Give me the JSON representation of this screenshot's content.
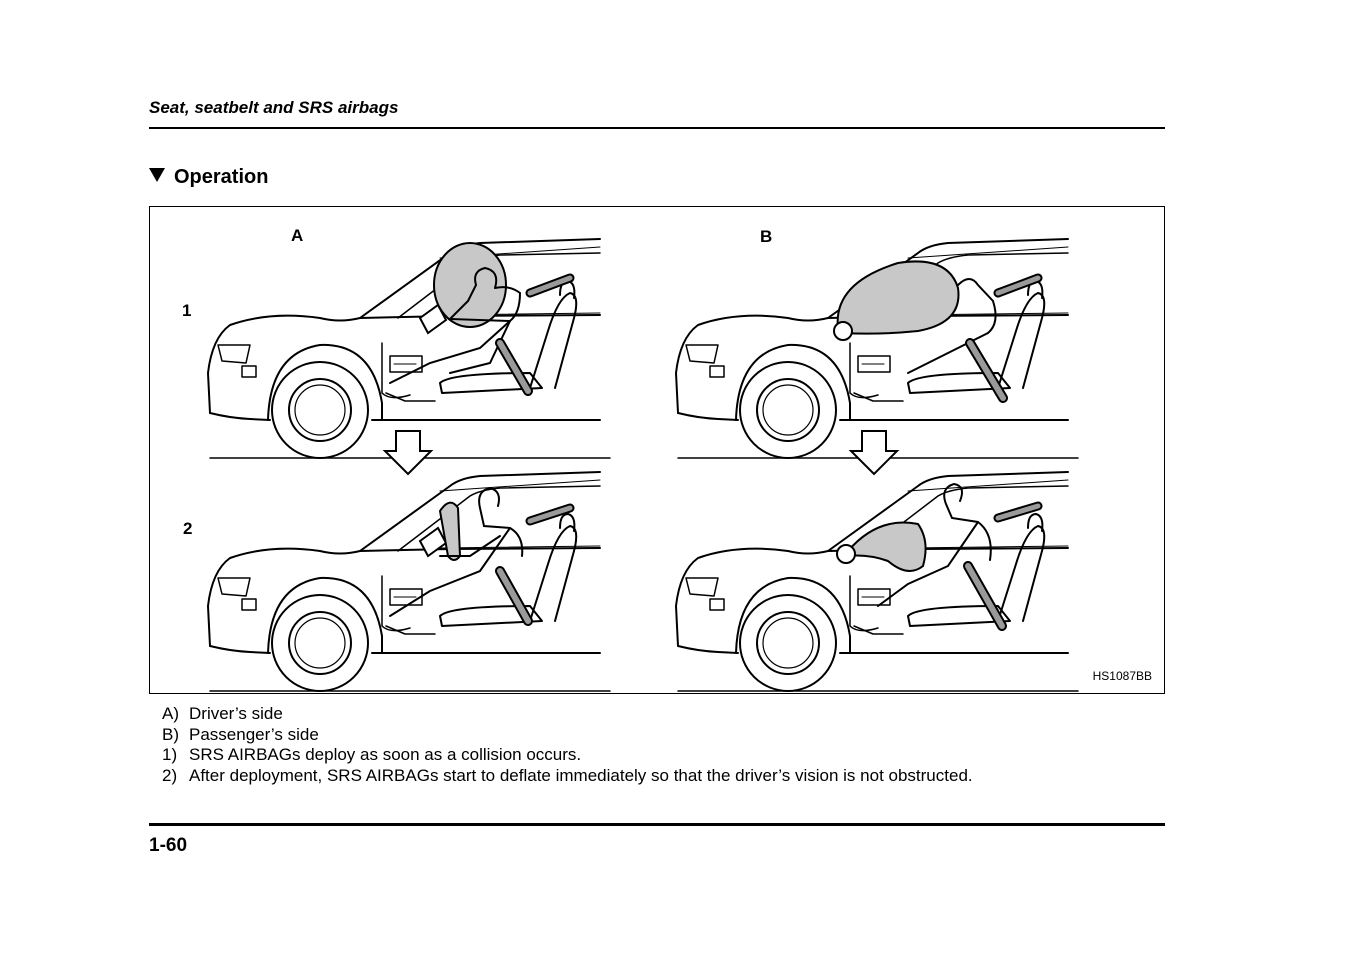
{
  "header": {
    "title": "Seat, seatbelt and SRS airbags"
  },
  "section": {
    "title": "Operation",
    "icon": "triangle-down-icon"
  },
  "figure": {
    "col_a": "A",
    "col_b": "B",
    "row_1": "1",
    "row_2": "2",
    "code": "HS1087BB"
  },
  "legend": [
    {
      "key": "A)",
      "text": "Driver’s side"
    },
    {
      "key": "B)",
      "text": "Passenger’s side"
    },
    {
      "key": "1)",
      "text": "SRS AIRBAGs deploy as soon as a collision occurs."
    },
    {
      "key": "2)",
      "text": "After deployment, SRS AIRBAGs start to deflate immediately so that the driver’s vision is not obstructed."
    }
  ],
  "footer": {
    "page_number": "1-60"
  }
}
